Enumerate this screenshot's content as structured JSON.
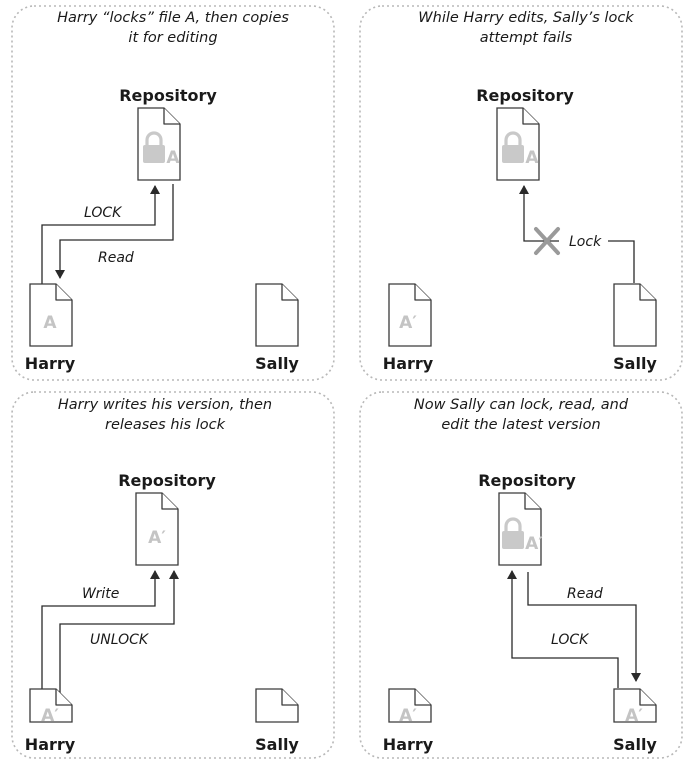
{
  "panels": [
    {
      "caption_lines": [
        "Harry “locks” file A, then copies",
        "it for editing"
      ],
      "repository_label": "Repository",
      "repository_file": "A",
      "repository_locked": true,
      "harry_label": "Harry",
      "harry_file": "A",
      "sally_label": "Sally",
      "sally_file": "",
      "arrows": [
        {
          "label": "LOCK",
          "direction": "harry-to-repository"
        },
        {
          "label": "Read",
          "direction": "repository-to-harry"
        }
      ]
    },
    {
      "caption_lines": [
        "While Harry edits, Sally’s lock",
        "attempt fails"
      ],
      "repository_label": "Repository",
      "repository_file": "A",
      "repository_locked": true,
      "harry_label": "Harry",
      "harry_file": "A′",
      "sally_label": "Sally",
      "sally_file": "",
      "arrows": [
        {
          "label": "Lock",
          "direction": "sally-to-repository",
          "failed": true
        }
      ]
    },
    {
      "caption_lines": [
        "Harry writes his version, then",
        "releases his lock"
      ],
      "repository_label": "Repository",
      "repository_file": "A′",
      "repository_locked": false,
      "harry_label": "Harry",
      "harry_file": "A′",
      "sally_label": "Sally",
      "sally_file": "",
      "arrows": [
        {
          "label": "Write",
          "direction": "harry-to-repository"
        },
        {
          "label": "UNLOCK",
          "direction": "harry-to-repository"
        }
      ]
    },
    {
      "caption_lines": [
        "Now Sally can lock, read, and",
        "edit the latest version"
      ],
      "repository_label": "Repository",
      "repository_file": "A′",
      "repository_locked": true,
      "harry_label": "Harry",
      "harry_file": "A′",
      "sally_label": "Sally",
      "sally_file": "A′",
      "arrows": [
        {
          "label": "Read",
          "direction": "repository-to-sally"
        },
        {
          "label": "LOCK",
          "direction": "sally-to-repository"
        }
      ]
    }
  ],
  "colors": {
    "frame": "#b8b8b8",
    "file_text": "#c4c4c4",
    "lock": "#c9c9c9",
    "failed_x": "#9a9a9a"
  },
  "icons": {
    "lock": "padlock-icon",
    "failed": "cross-icon",
    "file": "document-icon"
  }
}
